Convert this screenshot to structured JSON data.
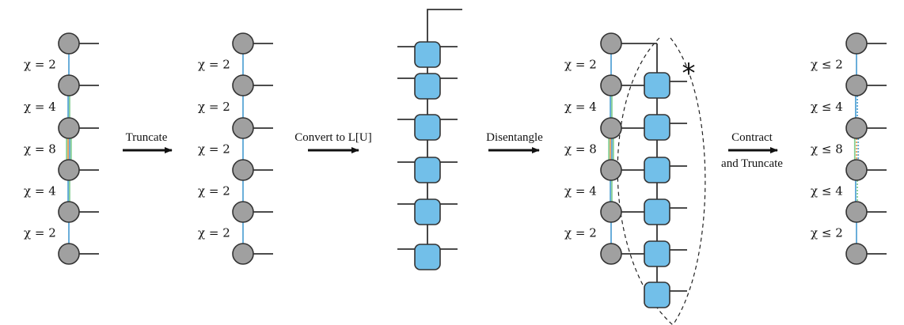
{
  "colors": {
    "site_fill": "#a0a0a0",
    "unitary_fill": "#72bfe9",
    "bond_blue": "#5aa6d6",
    "bond_green": "#86cf95",
    "bond_orange": "#e8a15a",
    "line": "#333333"
  },
  "panels": {
    "original": {
      "bond_labels": [
        "χ = 2",
        "χ = 4",
        "χ = 8",
        "χ = 4",
        "χ = 2"
      ]
    },
    "truncated": {
      "bond_labels": [
        "χ = 2",
        "χ = 2",
        "χ = 2",
        "χ = 2",
        "χ = 2"
      ]
    },
    "disentangle": {
      "bond_labels": [
        "χ = 2",
        "χ = 4",
        "χ = 8",
        "χ = 4",
        "χ = 2"
      ],
      "marker": "*"
    },
    "final": {
      "bond_labels": [
        "χ ≤ 2",
        "χ ≤ 4",
        "χ ≤ 8",
        "χ ≤ 4",
        "χ ≤ 2"
      ]
    }
  },
  "steps": {
    "truncate": "Truncate",
    "convert": "Convert to L[U]",
    "disentangle": "Disentangle",
    "contract_line1": "Contract",
    "contract_line2": "and Truncate"
  }
}
